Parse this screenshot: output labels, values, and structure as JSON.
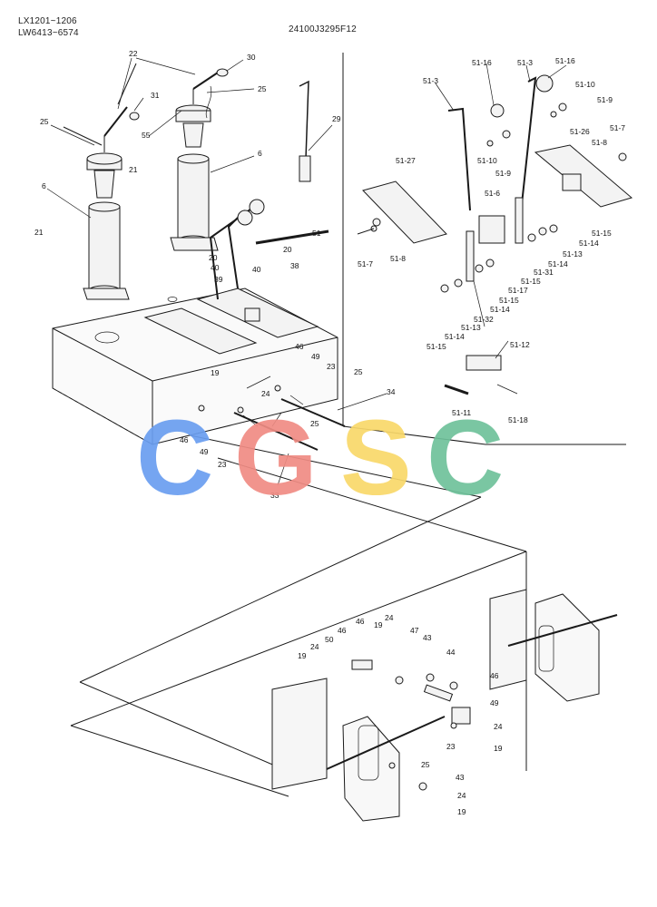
{
  "header": {
    "models_line1": "LX1201~1206",
    "models_line2": "LW6413~6574",
    "drawing_code": "24100J3295F12"
  },
  "watermark": {
    "letters": [
      "C",
      "G",
      "S",
      "C"
    ],
    "colors": [
      "#6a9ef0",
      "#f08c84",
      "#f9d86a",
      "#6fc29b"
    ]
  },
  "callouts": {
    "c22": "22",
    "c30": "30",
    "c31": "31",
    "c25a": "25",
    "c25b": "25",
    "c55": "55",
    "c21a": "21",
    "c21b": "21",
    "c6a": "6",
    "c6b": "6",
    "c29": "29",
    "c51": "51",
    "c20a": "20",
    "c20b": "20",
    "c40a": "40",
    "c40b": "40",
    "c39": "39",
    "c38": "38",
    "c46a": "46",
    "c49a": "49",
    "c23a": "23",
    "c25c": "25",
    "c19a": "19",
    "c24a": "24",
    "c34": "34",
    "c46b": "46",
    "c49b": "49",
    "c23b": "23",
    "c25d": "25",
    "c33": "33",
    "s51_16a": "51-16",
    "s51_3a": "51-3",
    "s51_16b": "51-16",
    "s51_3b": "51-3",
    "s51_10a": "51-10",
    "s51_9a": "51-9",
    "s51_26": "51-26",
    "s51_7a": "51-7",
    "s51_8a": "51-8",
    "s51_10b": "51-10",
    "s51_9b": "51-9",
    "s51_27": "51-27",
    "s51_6": "51-6",
    "s51_7b": "51-7",
    "s51_8b": "51-8",
    "s51_15a": "51-15",
    "s51_14a": "51-14",
    "s51_13a": "51-13",
    "s51_14b": "51-14",
    "s51_31": "51-31",
    "s51_15b": "51-15",
    "s51_17": "51-17",
    "s51_15c": "51-15",
    "s51_14c": "51-14",
    "s51_32": "51-32",
    "s51_13b": "51-13",
    "s51_14d": "51-14",
    "s51_15d": "51-15",
    "s51_12": "51-12",
    "s51_11": "51-11",
    "s51_18": "51-18",
    "b24a": "24",
    "b19a": "19",
    "b46a": "46",
    "b46b": "46",
    "b50": "50",
    "b47": "47",
    "b43a": "43",
    "b19b": "19",
    "b24b": "24",
    "b44": "44",
    "b46c": "46",
    "b49": "49",
    "b24c": "24",
    "b23": "23",
    "b19c": "19",
    "b25": "25",
    "b43b": "43",
    "b24d": "24",
    "b19d": "19"
  }
}
